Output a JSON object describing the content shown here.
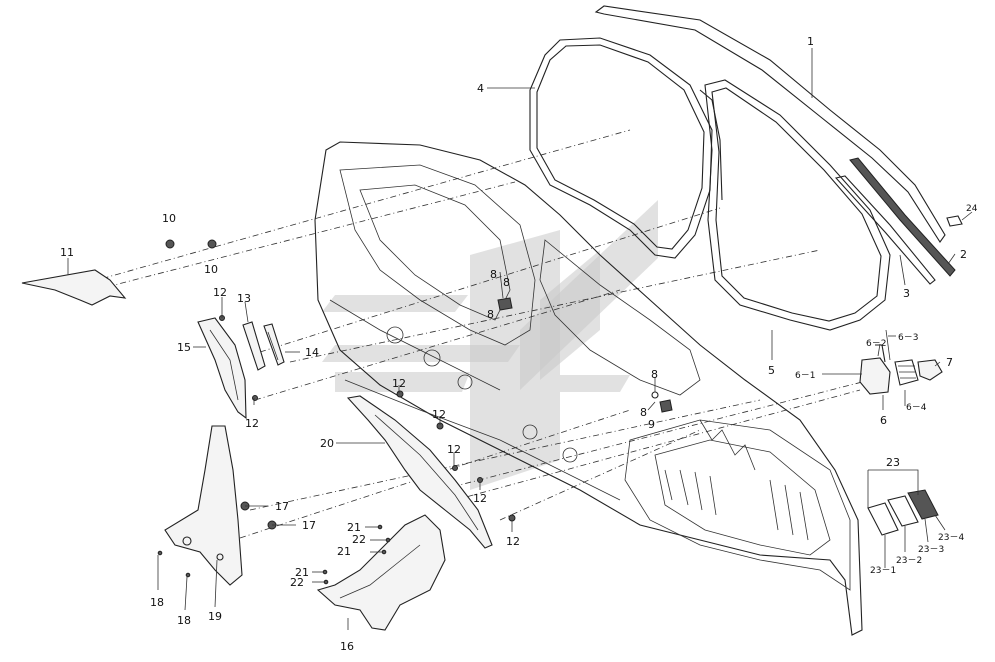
{
  "callouts": [
    {
      "id": "c1",
      "label": "1"
    },
    {
      "id": "c2",
      "label": "2"
    },
    {
      "id": "c3",
      "label": "3"
    },
    {
      "id": "c4",
      "label": "4"
    },
    {
      "id": "c5",
      "label": "5"
    },
    {
      "id": "c6",
      "label": "6"
    },
    {
      "id": "c6_1",
      "label": "6－1"
    },
    {
      "id": "c6_2",
      "label": "6－2"
    },
    {
      "id": "c6_3",
      "label": "6－3"
    },
    {
      "id": "c6_4",
      "label": "6－4"
    },
    {
      "id": "c7",
      "label": "7"
    },
    {
      "id": "c8a",
      "label": "8"
    },
    {
      "id": "c8b",
      "label": "8"
    },
    {
      "id": "c8c",
      "label": "8"
    },
    {
      "id": "c8d",
      "label": "8"
    },
    {
      "id": "c8e",
      "label": "8"
    },
    {
      "id": "c9",
      "label": "9"
    },
    {
      "id": "c10a",
      "label": "10"
    },
    {
      "id": "c10b",
      "label": "10"
    },
    {
      "id": "c11",
      "label": "11"
    },
    {
      "id": "c12a",
      "label": "12"
    },
    {
      "id": "c12b",
      "label": "12"
    },
    {
      "id": "c12c",
      "label": "12"
    },
    {
      "id": "c12d",
      "label": "12"
    },
    {
      "id": "c12e",
      "label": "12"
    },
    {
      "id": "c12f",
      "label": "12"
    },
    {
      "id": "c12g",
      "label": "12"
    },
    {
      "id": "c13",
      "label": "13"
    },
    {
      "id": "c14",
      "label": "14"
    },
    {
      "id": "c15",
      "label": "15"
    },
    {
      "id": "c16",
      "label": "16"
    },
    {
      "id": "c17a",
      "label": "17"
    },
    {
      "id": "c17b",
      "label": "17"
    },
    {
      "id": "c18a",
      "label": "18"
    },
    {
      "id": "c18b",
      "label": "18"
    },
    {
      "id": "c19",
      "label": "19"
    },
    {
      "id": "c20",
      "label": "20"
    },
    {
      "id": "c21a",
      "label": "21"
    },
    {
      "id": "c21b",
      "label": "21"
    },
    {
      "id": "c21c",
      "label": "21"
    },
    {
      "id": "c22a",
      "label": "22"
    },
    {
      "id": "c22b",
      "label": "22"
    },
    {
      "id": "c23",
      "label": "23"
    },
    {
      "id": "c23_1",
      "label": "23－1"
    },
    {
      "id": "c23_2",
      "label": "23－2"
    },
    {
      "id": "c23_3",
      "label": "23－3"
    },
    {
      "id": "c23_4",
      "label": "23－4"
    },
    {
      "id": "c24",
      "label": "24"
    }
  ]
}
